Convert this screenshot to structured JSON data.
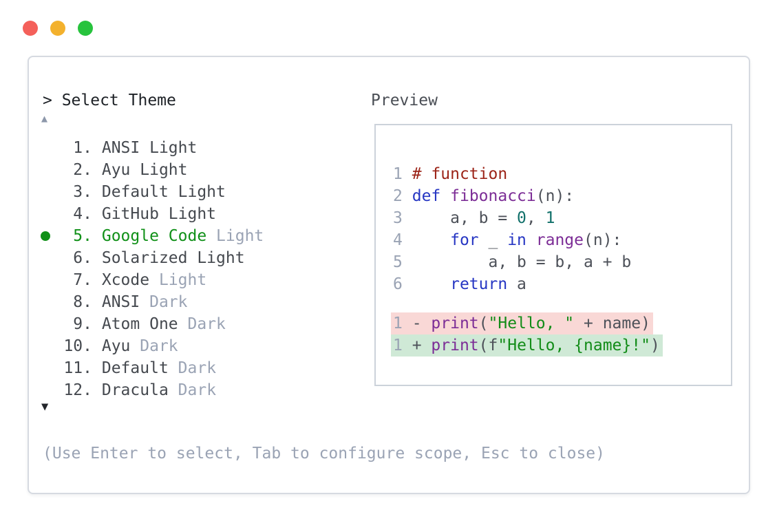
{
  "colors": {
    "selection_green": "#109018",
    "traffic_red": "#f4605a",
    "traffic_yellow": "#f3b12d",
    "traffic_green": "#27c33d",
    "diff_removed_bg": "#f9d8d6",
    "diff_added_bg": "#cfe9d6",
    "muted_text": "#9aa3b4",
    "code_keyword": "#2636c3",
    "code_function": "#7c2d96",
    "code_comment": "#9c2418",
    "code_literal": "#11706a",
    "code_string": "#128c18"
  },
  "picker": {
    "prompt": "> Select Theme",
    "up_arrow": "▲",
    "down_arrow": "▼",
    "items": [
      {
        "number": "1.",
        "name": "ANSI Light",
        "variant": "",
        "selected": false
      },
      {
        "number": "2.",
        "name": "Ayu Light",
        "variant": "",
        "selected": false
      },
      {
        "number": "3.",
        "name": "Default Light",
        "variant": "",
        "selected": false
      },
      {
        "number": "4.",
        "name": "GitHub Light",
        "variant": "",
        "selected": false
      },
      {
        "number": "5.",
        "name": "Google Code",
        "variant": "Light",
        "selected": true
      },
      {
        "number": "6.",
        "name": "Solarized Light",
        "variant": "",
        "selected": false
      },
      {
        "number": "7.",
        "name": "Xcode",
        "variant": "Light",
        "selected": false
      },
      {
        "number": "8.",
        "name": "ANSI",
        "variant": "Dark",
        "selected": false
      },
      {
        "number": "9.",
        "name": "Atom One",
        "variant": "Dark",
        "selected": false
      },
      {
        "number": "10.",
        "name": "Ayu",
        "variant": "Dark",
        "selected": false
      },
      {
        "number": "11.",
        "name": "Default",
        "variant": "Dark",
        "selected": false
      },
      {
        "number": "12.",
        "name": "Dracula",
        "variant": "Dark",
        "selected": false
      }
    ],
    "help": "(Use Enter to select, Tab to configure scope, Esc to close)"
  },
  "preview": {
    "title": "Preview",
    "code_lines": [
      {
        "num": "1",
        "tokens": [
          {
            "c": "com",
            "t": "# function"
          }
        ]
      },
      {
        "num": "2",
        "tokens": [
          {
            "c": "kwd",
            "t": "def"
          },
          {
            "c": "pln",
            "t": " "
          },
          {
            "c": "typ",
            "t": "fibonacci"
          },
          {
            "c": "pln",
            "t": "(n):"
          }
        ]
      },
      {
        "num": "3",
        "tokens": [
          {
            "c": "pln",
            "t": "    a, b = "
          },
          {
            "c": "lit",
            "t": "0"
          },
          {
            "c": "pln",
            "t": ", "
          },
          {
            "c": "lit",
            "t": "1"
          }
        ]
      },
      {
        "num": "4",
        "tokens": [
          {
            "c": "pln",
            "t": "    "
          },
          {
            "c": "kwd",
            "t": "for"
          },
          {
            "c": "pln",
            "t": " _ "
          },
          {
            "c": "kwd",
            "t": "in"
          },
          {
            "c": "pln",
            "t": " "
          },
          {
            "c": "typ",
            "t": "range"
          },
          {
            "c": "pln",
            "t": "(n):"
          }
        ]
      },
      {
        "num": "5",
        "tokens": [
          {
            "c": "pln",
            "t": "        a, b = b, a + b"
          }
        ]
      },
      {
        "num": "6",
        "tokens": [
          {
            "c": "pln",
            "t": "    "
          },
          {
            "c": "kwd",
            "t": "return"
          },
          {
            "c": "pln",
            "t": " a"
          }
        ]
      }
    ],
    "diff_lines": [
      {
        "num": "1",
        "kind": "removed",
        "tokens": [
          {
            "c": "pln",
            "t": "- "
          },
          {
            "c": "typ",
            "t": "print"
          },
          {
            "c": "pln",
            "t": "("
          },
          {
            "c": "str",
            "t": "\"Hello, \""
          },
          {
            "c": "pln",
            "t": " + name)"
          }
        ]
      },
      {
        "num": "1",
        "kind": "added",
        "tokens": [
          {
            "c": "pln",
            "t": "+ "
          },
          {
            "c": "typ",
            "t": "print"
          },
          {
            "c": "pln",
            "t": "(f"
          },
          {
            "c": "str",
            "t": "\"Hello, {name}!\""
          },
          {
            "c": "pln",
            "t": ")"
          }
        ]
      }
    ]
  }
}
